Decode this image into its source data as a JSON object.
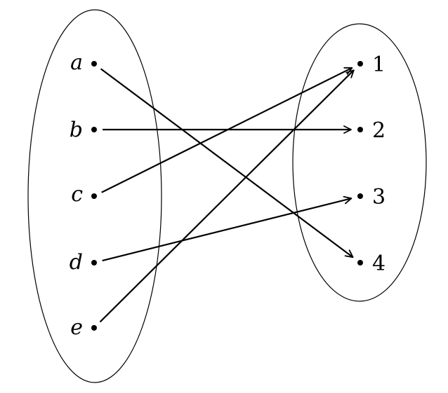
{
  "diagram": {
    "domain": {
      "elements": [
        "a",
        "b",
        "c",
        "d",
        "e"
      ]
    },
    "codomain": {
      "elements": [
        "1",
        "2",
        "3",
        "4"
      ]
    },
    "mapping": [
      {
        "from": "a",
        "to": "4"
      },
      {
        "from": "b",
        "to": "2"
      },
      {
        "from": "c",
        "to": "1"
      },
      {
        "from": "d",
        "to": "3"
      },
      {
        "from": "e",
        "to": "1"
      }
    ]
  }
}
